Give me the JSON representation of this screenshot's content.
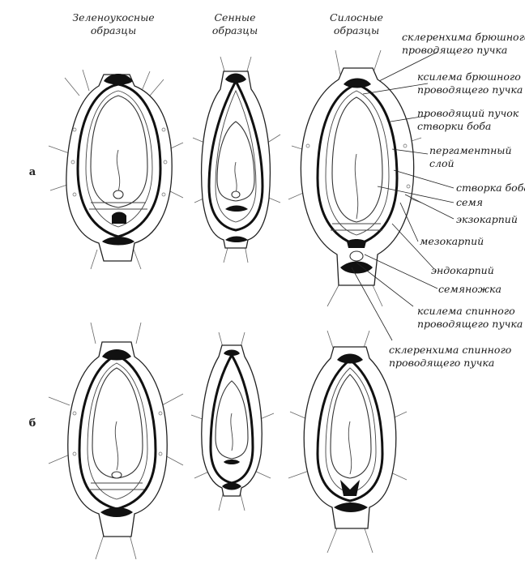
{
  "columns": [
    {
      "line1": "Зеленоукосные",
      "line2": "образцы"
    },
    {
      "line1": "Сенные",
      "line2": "образцы"
    },
    {
      "line1": "Силосные",
      "line2": "образцы"
    }
  ],
  "rows": [
    "а",
    "б"
  ],
  "labels": [
    {
      "id": "sclerenchyma-ventral",
      "line1": "склеренхима брюшного",
      "line2": "проводящего пучка"
    },
    {
      "id": "xylem-ventral",
      "line1": "ксилема брюшного",
      "line2": "проводящего пучка"
    },
    {
      "id": "bundle-valve",
      "line1": "проводящий пучок",
      "line2": "створки боба"
    },
    {
      "id": "parchment-layer",
      "line1": "пергаментный",
      "line2": "слой"
    },
    {
      "id": "pod-valve",
      "line1": "створка боба",
      "line2": ""
    },
    {
      "id": "seed",
      "line1": "семя",
      "line2": ""
    },
    {
      "id": "exocarp",
      "line1": "экзокарпий",
      "line2": ""
    },
    {
      "id": "mesocarp",
      "line1": "мезокарпий",
      "line2": ""
    },
    {
      "id": "endocarp",
      "line1": "эндокарпий",
      "line2": ""
    },
    {
      "id": "funicle",
      "line1": "семяножка",
      "line2": ""
    },
    {
      "id": "xylem-dorsal",
      "line1": "ксилема спинного",
      "line2": "проводящего пучка"
    },
    {
      "id": "sclerenchyma-dorsal",
      "line1": "склеренхима спинного",
      "line2": "проводящего пучка"
    }
  ]
}
